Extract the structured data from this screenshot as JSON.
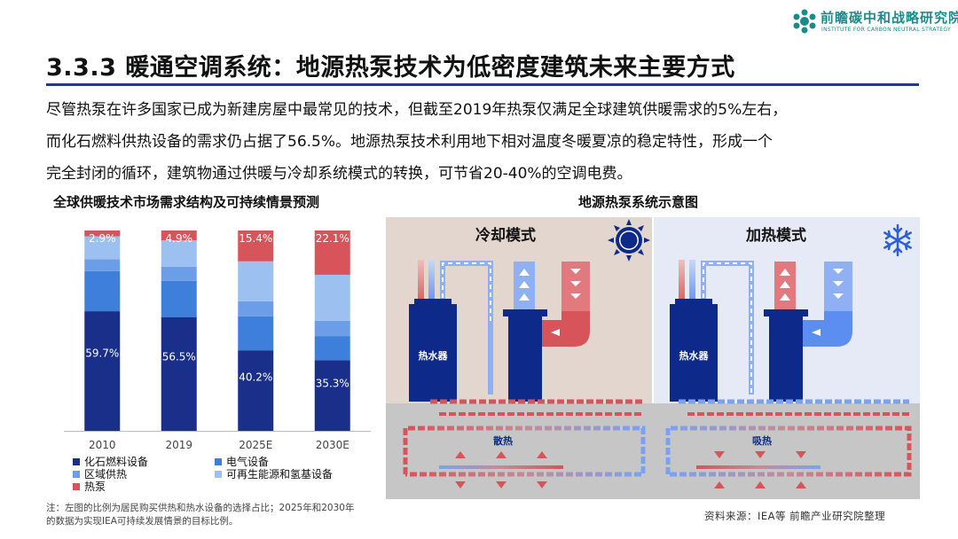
{
  "brand": {
    "name_cn": "前瞻碳中和战略研究院",
    "name_en": "INSTITUTE FOR CARBON NEUTRAL STRATEGY",
    "color": "#1b8a8a"
  },
  "title": "3.3.3 暖通空调系统：地源热泵技术为低密度建筑未来主要方式",
  "intro": [
    "尽管热泵在许多国家已成为新建房屋中最常见的技术，但截至2019年热泵仅满足全球建筑供暖需求的5%左右，",
    "而化石燃料供热设备的需求仍占据了56.5%。地源热泵技术利用地下相对温度冬暖夏凉的稳定特性，形成一个",
    "完全封闭的循环，建筑物通过供暖与冷却系统模式的转换，可节省20-40%的空调电费。"
  ],
  "chart_title": "全球供暖技术市场需求结构及可持续情景预测",
  "diagram_title": "地源热泵系统示意图",
  "chart_data": {
    "type": "bar",
    "stacked": true,
    "percent": true,
    "categories": [
      "2010",
      "2019",
      "2025E",
      "2030E"
    ],
    "series": [
      {
        "name": "化石燃料设备",
        "color": "#1a2f8a",
        "values": [
          59.7,
          56.5,
          40.2,
          35.3
        ],
        "labels": [
          "59.7%",
          "56.5%",
          "40.2%",
          "35.3%"
        ]
      },
      {
        "name": "电气设备",
        "color": "#3e7fdc",
        "values": [
          20.0,
          18.0,
          17.0,
          12.0
        ],
        "labels": [
          "",
          "",
          "",
          ""
        ]
      },
      {
        "name": "区域供热",
        "color": "#6c9ee8",
        "values": [
          6.0,
          7.0,
          7.5,
          7.6
        ],
        "labels": [
          "",
          "",
          "",
          ""
        ]
      },
      {
        "name": "可再生能源和氢基设备",
        "color": "#9cc0f0",
        "values": [
          11.4,
          13.1,
          19.9,
          23.0
        ],
        "labels": [
          "",
          "",
          "",
          ""
        ]
      },
      {
        "name": "热泵",
        "color": "#d6545a",
        "values": [
          2.9,
          4.9,
          15.4,
          22.1
        ],
        "labels": [
          "2.9%",
          "4.9%",
          "15.4%",
          "22.1%"
        ]
      }
    ],
    "ylim": [
      0,
      100
    ],
    "grid": false,
    "legend_position": "bottom"
  },
  "diagram": {
    "cooling_mode": "冷却模式",
    "heating_mode": "加热模式",
    "water_heater": "热水器",
    "heat_release": "散热",
    "heat_absorb": "吸热",
    "colors": {
      "hot": "#d6545a",
      "cold": "#5b8ef0",
      "unit": "#0d2a8a",
      "ground": "#c6c6c6",
      "cool_bg": "#e2d6ce",
      "warm_bg": "#e6eaf6"
    }
  },
  "note": "注：左图的比例为居民购买供热和热水设备的选择占比；2025年和2030年的数据为实现IEA可持续发展情景的目标比例。",
  "source": "资料来源：IEA等 前瞻产业研究院整理"
}
